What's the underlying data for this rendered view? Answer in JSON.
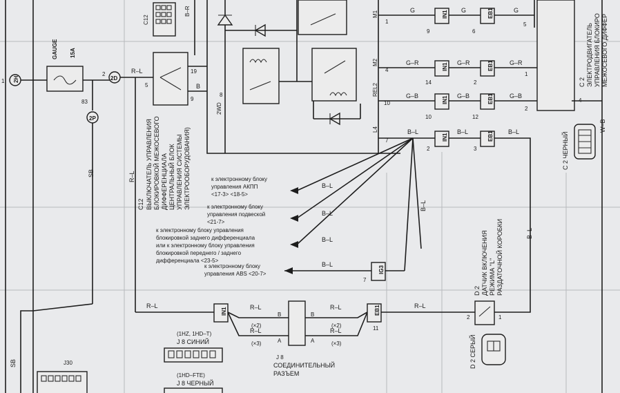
{
  "fuse": {
    "label": "GAUGE",
    "rating": "15A"
  },
  "junctions": {
    "j2h": "2H",
    "j2d": "2D",
    "j2p": "2P"
  },
  "pins": {
    "p1": "1",
    "p2": "2",
    "p3": "3",
    "p4": "4",
    "p5": "5",
    "p6": "6",
    "p7": "7",
    "p8": "8",
    "p9": "9",
    "p10": "10",
    "p11": "11",
    "p12": "12",
    "p14": "14",
    "p19": "19",
    "p83": "83"
  },
  "connectors": {
    "in1": "IN1",
    "eb1": "EB1",
    "ig3": "IG3",
    "c12": "C12",
    "c2": "C 2",
    "d2": "D 2",
    "j8": "J 8",
    "j30": "J30",
    "m1": "M1",
    "m2": "M2",
    "rel2": "REL2",
    "l4": "L4",
    "twowd": "2WD"
  },
  "wires": {
    "rl": "R–L",
    "b": "B",
    "g": "G",
    "gr": "G–R",
    "gb": "G–B",
    "bl": "B–L",
    "sb": "SB",
    "wb": "W–B",
    "br": "B–R",
    "x2": "(×2)",
    "x3": "(×3)",
    "a": "A"
  },
  "texts": {
    "c12_desc": [
      "C12",
      "ВЫКЛЮЧАТЕЛЬ УПРАВЛЕНИЯ",
      "БЛОКИРОВКОЙ МЕЖОСЕВОГО",
      "ДИФФЕРЕНЦИАЛА",
      "ЦЕНТРАЛЬНЫЙ БЛОК",
      "УПРАВЛЕНИЯ СИСТЕМЫ",
      "ЭЛЕКТРООБОРУДОВАНИЯ)"
    ],
    "c2_desc": [
      "C 2",
      "ЭЛЕКТРОДВИГАТЕЛЬ",
      "УПРАВЛЕНИЯ БЛОКИРО",
      "МЕЖОСЕВОГО ДИФФЕР"
    ],
    "c2_black": "C 2 ЧЕРНЫЙ",
    "d2_desc": [
      "D 2",
      "ДАТЧИК ВКЛЮЧЕНИЯ",
      "РЕЖИМА \"L\"",
      "РАЗДАТОЧНОЙ КОРОБКИ"
    ],
    "d2_gray": "D 2 СЕРЫЙ",
    "to_akpp": [
      "к электронному блоку",
      "управления АКПП",
      "<17-3> <18-5>"
    ],
    "to_susp": [
      "к электронному блоку",
      "управления подвеской",
      "<21-7>"
    ],
    "to_diff": [
      "к электронному блоку управления",
      "блокировкой заднего дифференциала",
      "или к электронному блоку управления",
      "блокировкой переднего / заднего",
      "дифференциала <23-5>"
    ],
    "to_abs": [
      "к электронному блоку",
      "управления ABS <20-7>"
    ],
    "j8_engine": "(1HZ, 1HD–T)",
    "j8_blue": "J 8 СИНИЙ",
    "j8_engine2": "(1HD–FTE)",
    "j8_black": "J 8 ЧЕРНЫЙ",
    "joint": [
      "J 8",
      "СОЕДИНИТЕЛЬНЫЙ",
      "РАЗЪЕМ"
    ]
  },
  "colors": {
    "ink": "#1d1d1d",
    "paper": "#e9eaec"
  }
}
